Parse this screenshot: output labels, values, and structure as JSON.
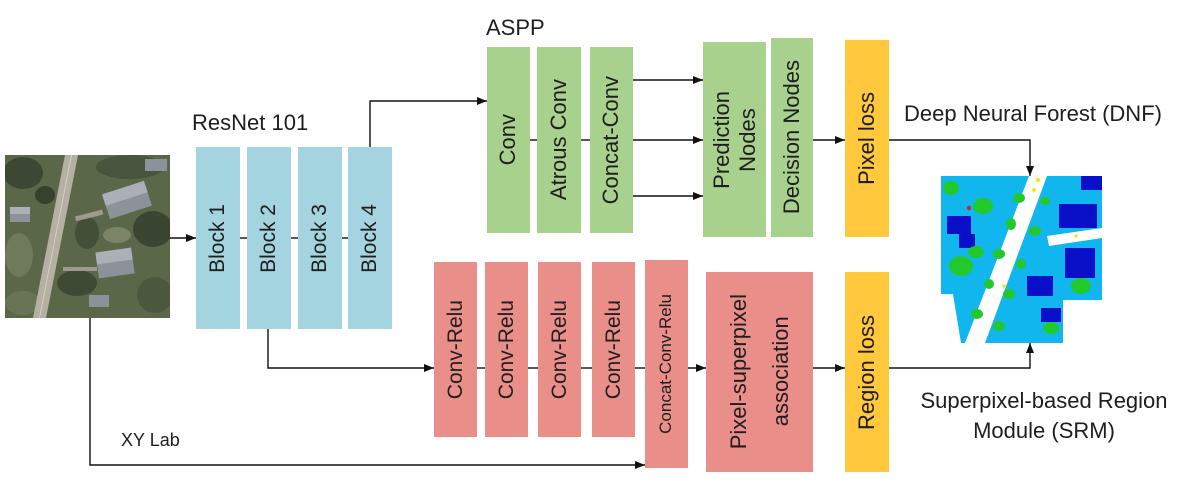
{
  "resnet": {
    "title": "ResNet 101",
    "blocks": [
      "Block 1",
      "Block 2",
      "Block 3",
      "Block 4"
    ]
  },
  "aspp": {
    "title": "ASPP",
    "boxes": [
      "Conv",
      "Atrous Conv",
      "Concat-Conv"
    ]
  },
  "dnf": {
    "prediction_nodes": [
      "Prediction",
      "Nodes"
    ],
    "decision_nodes": "Decision Nodes",
    "pixel_loss": "Pixel loss",
    "title": "Deep Neural Forest (DNF)"
  },
  "srm": {
    "conv_relu": [
      "Conv-Relu",
      "Conv-Relu",
      "Conv-Relu",
      "Conv-Relu"
    ],
    "concat": "Concat-Conv-Relu",
    "association": [
      "Pixel-superpixel",
      "association"
    ],
    "region_loss": "Region loss",
    "title": [
      "Superpixel-based Region",
      "Module (SRM)"
    ]
  },
  "input": {
    "xy_lab": "XY Lab"
  },
  "colors": {
    "resnet_block": "#A4D4DF",
    "aspp_green": "#A9D18E",
    "srm_red": "#E98E88",
    "loss_orange": "#FFC83D",
    "arrow": "#111111"
  }
}
